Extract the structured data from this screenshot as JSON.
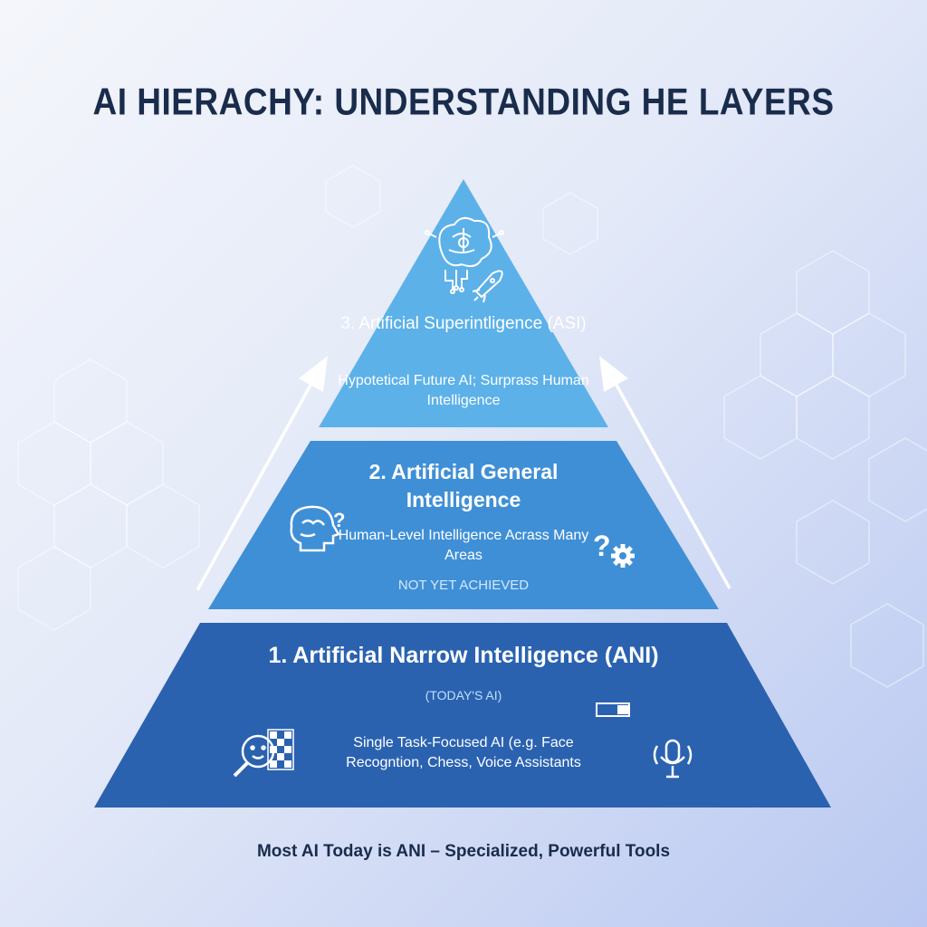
{
  "title": "AI HIERACHY: UNDERSTANDING HE LAYERS",
  "layers": [
    {
      "title": "3. Artificial Superintligence (ASI)",
      "description": "Hypotetical Future AI; Surprass Human Intelligence",
      "color": "#5cb1e8"
    },
    {
      "title": "2. Artificial General Intelligence",
      "description": "Human-Level Intelligence Acrass Many Areas",
      "status": "NOT YET ACHIEVED",
      "color": "#3f8fd6"
    },
    {
      "title": "1. Artificial Narrow Intelligence (ANI)",
      "subtitle": "(TODAY'S AI)",
      "description": "Single Task-Focused AI (e.g. Face Recogntion, Chess, Voice Assistants",
      "color": "#2a62b0"
    }
  ],
  "footer": "Most AI Today is ANI – Specialized, Powerful Tools",
  "icons": [
    "brain-circuit-icon",
    "rocket-icon",
    "brain-question-icon",
    "question-gear-icon",
    "face-search-icon",
    "chess-board-icon",
    "progress-bar-icon",
    "microphone-icon"
  ],
  "colors": {
    "title_text": "#1a2c4c",
    "arrow": "#ffffff"
  }
}
